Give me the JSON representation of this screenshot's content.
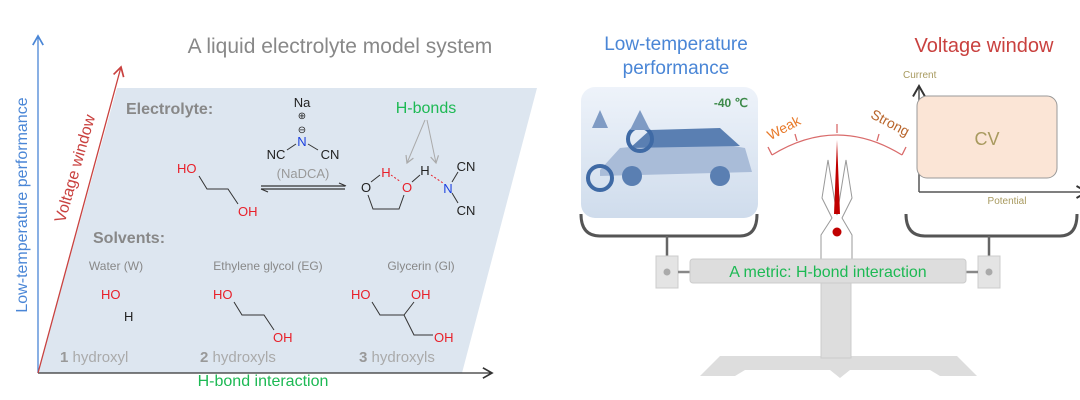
{
  "left_panel": {
    "title": "A liquid electrolyte model system",
    "y_axis_label": "Low-temperature performance",
    "diag_axis_label": "Voltage window",
    "x_axis_label": "H-bond interaction",
    "electrolyte_label": "Electrolyte:",
    "salt": {
      "cation": "Na",
      "plus": "⊕",
      "minus": "⊖",
      "n": "N",
      "nc_left": "NC",
      "cn_right": "CN",
      "name": "(NaDCA)"
    },
    "eg_reactant": {
      "ho": "HO",
      "oh": "OH"
    },
    "hbonds_label": "H-bonds",
    "complex": {
      "o1": "O",
      "h1": "H",
      "o2": "O",
      "h2": "H",
      "n": "N",
      "cn_top": "CN",
      "cn_bottom": "CN"
    },
    "solvents_label": "Solvents:",
    "solvents": [
      {
        "name": "Water (W)",
        "count_num": "1",
        "count_text": "hydroxyl",
        "atoms": [
          "HO",
          "H"
        ]
      },
      {
        "name": "Ethylene glycol (EG)",
        "count_num": "2",
        "count_text": "hydroxyls",
        "atoms": [
          "HO",
          "OH"
        ]
      },
      {
        "name": "Glycerin (Gl)",
        "count_num": "3",
        "count_text": "hydroxyls",
        "atoms": [
          "HO",
          "OH",
          "OH"
        ]
      }
    ]
  },
  "right_panel": {
    "left_title_line1": "Low-temperature",
    "left_title_line2": "performance",
    "photo_temp": "-40 ℃",
    "right_title": "Voltage window",
    "cv_y_label": "Current",
    "cv_x_label": "Potential",
    "cv_box_label": "CV",
    "gauge_weak": "Weak",
    "gauge_strong": "Strong",
    "beam_label": "A metric: H-bond interaction"
  },
  "colors": {
    "blue": "#4a86d6",
    "red": "#c9413f",
    "green": "#1db954",
    "gray_text": "#8a8a8a",
    "plane": "#dde6f0"
  }
}
